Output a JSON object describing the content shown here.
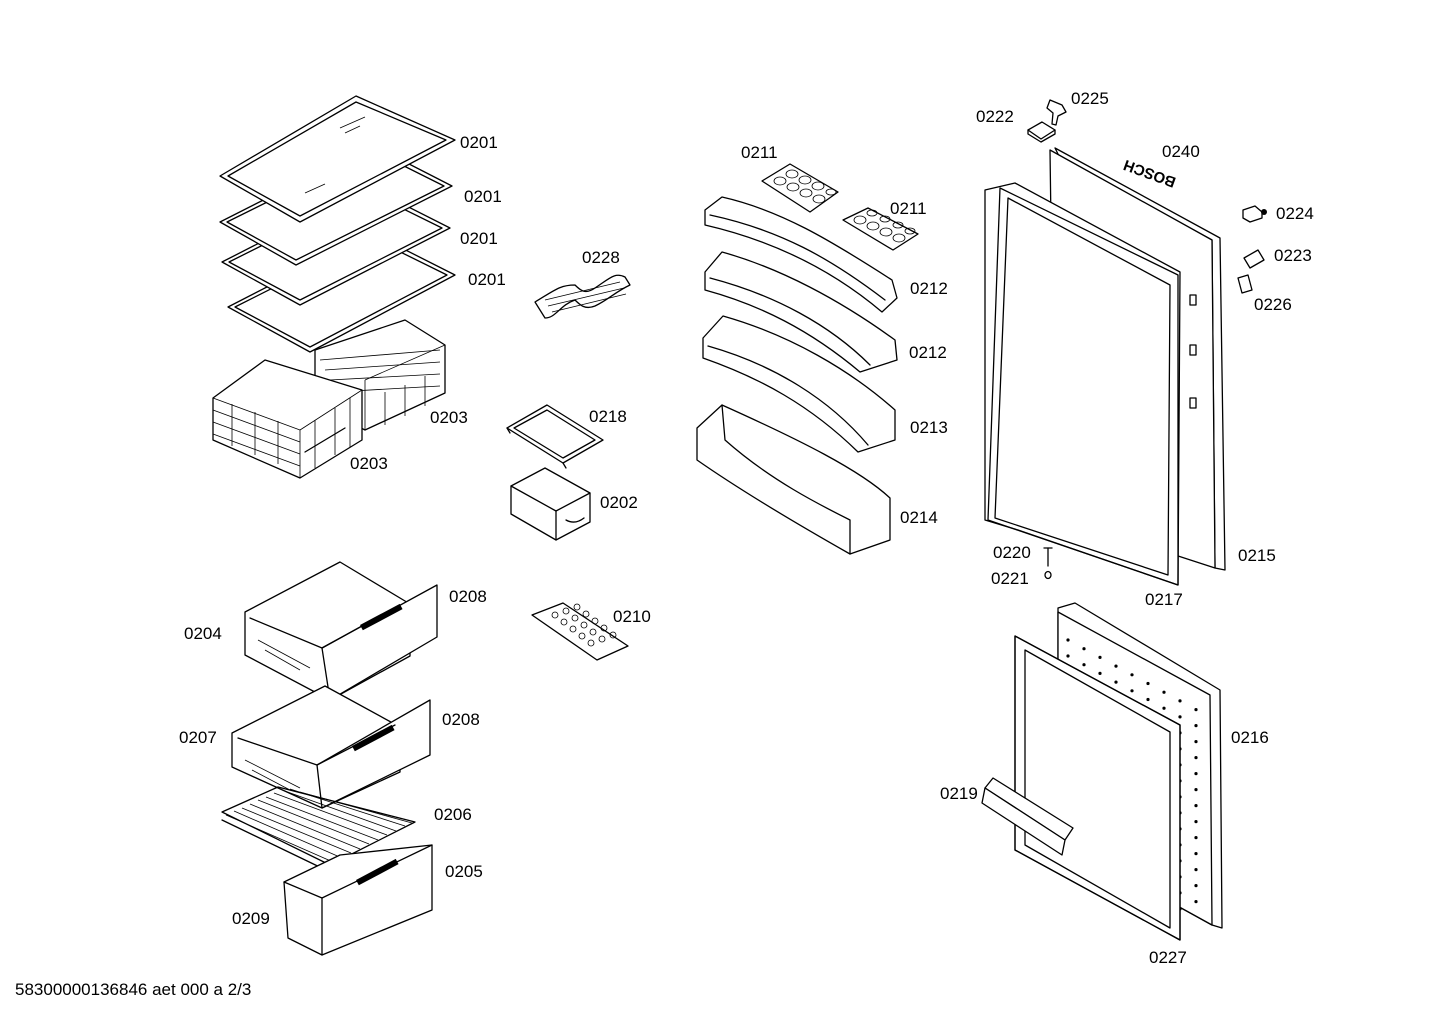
{
  "document_code": "58300000136846 aet 000 a 2/3",
  "brand_mark": "BOSCH",
  "labels": {
    "l0201a": "0201",
    "l0201b": "0201",
    "l0201c": "0201",
    "l0201d": "0201",
    "l0203a": "0203",
    "l0203b": "0203",
    "l0228": "0228",
    "l0218": "0218",
    "l0202": "0202",
    "l0211a": "0211",
    "l0211b": "0211",
    "l0212a": "0212",
    "l0212b": "0212",
    "l0213": "0213",
    "l0214": "0214",
    "l0222": "0222",
    "l0225": "0225",
    "l0240": "0240",
    "l0224": "0224",
    "l0223": "0223",
    "l0226": "0226",
    "l0220": "0220",
    "l0221": "0221",
    "l0215": "0215",
    "l0217": "0217",
    "l0204": "0204",
    "l0208a": "0208",
    "l0207": "0207",
    "l0208b": "0208",
    "l0206": "0206",
    "l0205": "0205",
    "l0209": "0209",
    "l0210": "0210",
    "l0216": "0216",
    "l0219": "0219",
    "l0227": "0227"
  }
}
